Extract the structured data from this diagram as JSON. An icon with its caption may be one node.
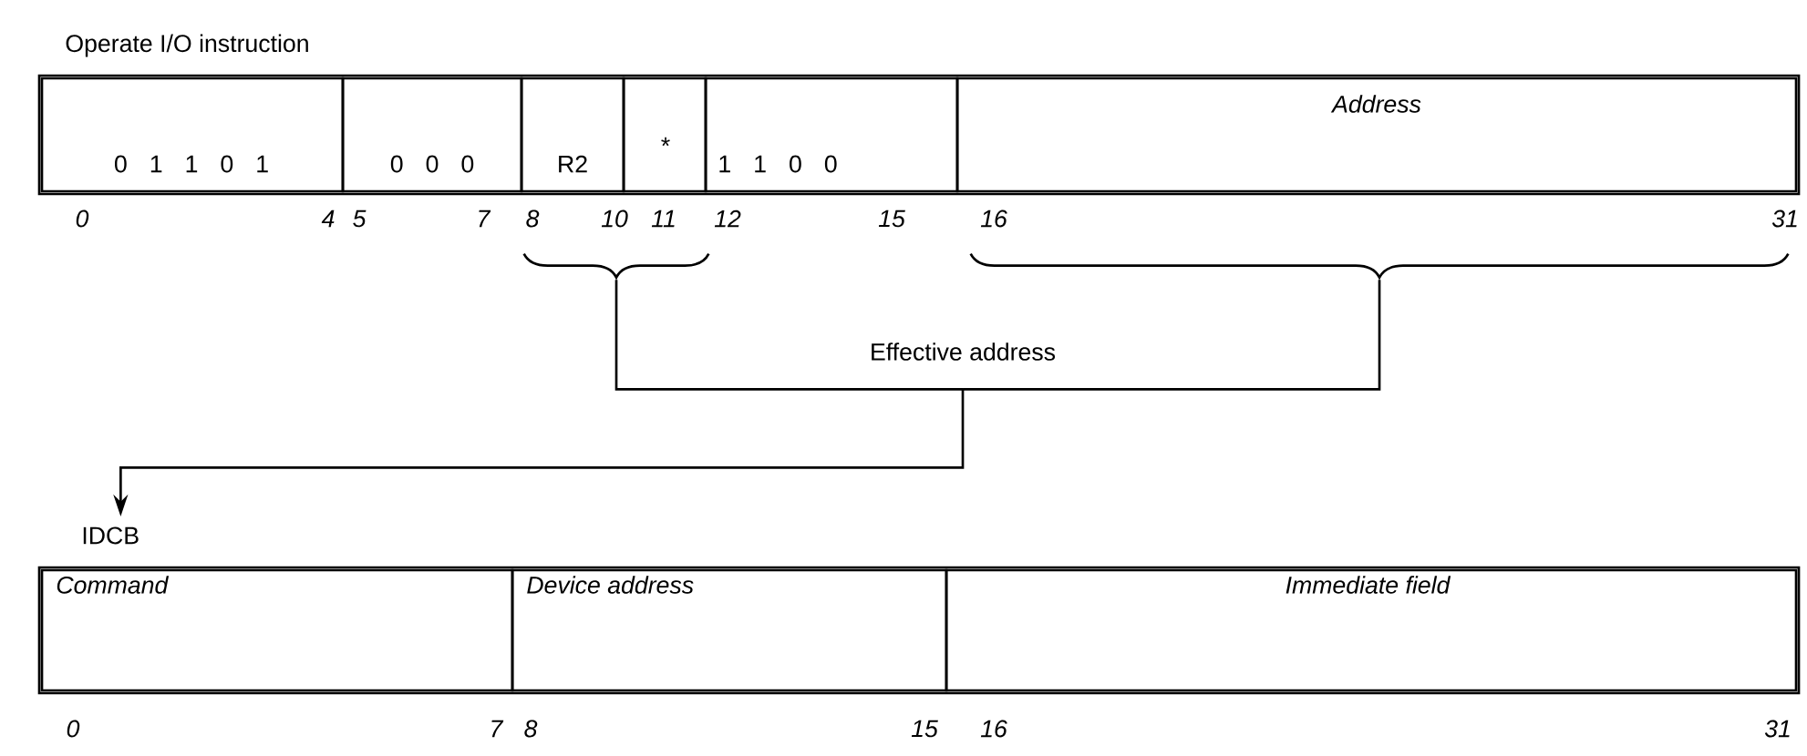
{
  "diagram": {
    "nodes": [
      {
        "text": [
          "Operate I/O instruction"
        ]
      },
      {
        "text": [
          "0 1 1 0 1"
        ],
        "in": 0
      },
      {
        "text": [
          "0 0 0"
        ],
        "in": 0
      },
      {
        "text": [
          "R2"
        ],
        "in": 0
      },
      {
        "text": [
          "*"
        ],
        "in": 0
      },
      {
        "text": [
          "1 1 0 0"
        ],
        "in": 0
      },
      {
        "text": [
          "Address"
        ],
        "in": 0
      },
      {
        "text": [],
        "shape": "brace"
      },
      {
        "text": [],
        "shape": "brace"
      },
      {
        "text": [
          "Effective address"
        ]
      },
      {
        "text": [
          "IDCB"
        ]
      },
      {
        "text": [
          "Command"
        ],
        "in": 10
      },
      {
        "text": [
          "Device address"
        ],
        "in": 10
      },
      {
        "text": [
          "Immediate field"
        ],
        "in": 10
      }
    ],
    "edges": [
      {
        "from": 7,
        "to": 9,
        "arrow": "none"
      },
      {
        "from": 8,
        "to": 9,
        "arrow": "none"
      },
      {
        "from": 9,
        "to": 10,
        "arrow": "to"
      }
    ],
    "labels": [
      "0",
      "4",
      "5",
      "7",
      "8",
      "10",
      "11",
      "12",
      "15",
      "16",
      "31",
      "0",
      "7",
      "8",
      "15",
      "16",
      "31"
    ]
  }
}
